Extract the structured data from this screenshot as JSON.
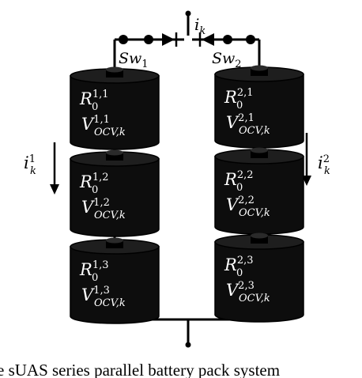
{
  "input_current": {
    "base": "i",
    "sub": "k"
  },
  "switches": [
    {
      "base": "Sw",
      "sub": "1"
    },
    {
      "base": "Sw",
      "sub": "2"
    }
  ],
  "branch_currents": [
    {
      "base": "i",
      "sub": "k",
      "sup": "1"
    },
    {
      "base": "i",
      "sub": "k",
      "sup": "2"
    }
  ],
  "cells": [
    {
      "r_sup": "1,1",
      "v_sup": "1,1"
    },
    {
      "r_sup": "1,2",
      "v_sup": "1,2"
    },
    {
      "r_sup": "1,3",
      "v_sup": "1,3"
    },
    {
      "r_sup": "2,1",
      "v_sup": "2,1"
    },
    {
      "r_sup": "2,2",
      "v_sup": "2,2"
    },
    {
      "r_sup": "2,3",
      "v_sup": "2,3"
    }
  ],
  "cell_symbols": {
    "r_base": "R",
    "r_sub": "0",
    "v_base": "V",
    "v_sub": "OCV,k"
  },
  "caption": "e sUAS series parallel battery pack system"
}
